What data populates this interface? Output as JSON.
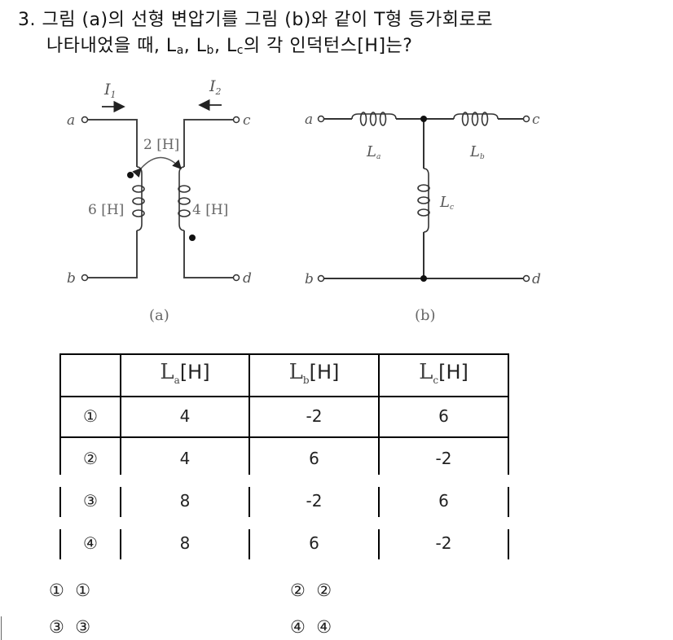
{
  "question": {
    "number": "3.",
    "line1": "그림 (a)의 선형 변압기를 그림 (b)와 같이 T형 등가회로로",
    "line2_prefix": "나타내었을 때, ",
    "La": "L",
    "La_sub": "a",
    "Lb": "L",
    "Lb_sub": "b",
    "Lc": "L",
    "Lc_sub": "c",
    "sep": ", ",
    "line2_suffix": "의 각 인덕턴스[H]는?"
  },
  "figure_a": {
    "caption": "(a)",
    "terminals": [
      "a",
      "b",
      "c",
      "d"
    ],
    "current_1": "I",
    "current_1_sub": "1",
    "current_2": "I",
    "current_2_sub": "2",
    "mutual": "2 [H]",
    "L1": "6 [H]",
    "L2": "4 [H]"
  },
  "figure_b": {
    "caption": "(b)",
    "terminals": [
      "a",
      "b",
      "c",
      "d"
    ],
    "La": "L",
    "La_sub": "a",
    "Lb": "L",
    "Lb_sub": "b",
    "Lc": "L",
    "Lc_sub": "c"
  },
  "table": {
    "headers": [
      {
        "main": "L",
        "sub": "a",
        "unit": "[H]"
      },
      {
        "main": "L",
        "sub": "b",
        "unit": "[H]"
      },
      {
        "main": "L",
        "sub": "c",
        "unit": "[H]"
      }
    ],
    "rows": [
      {
        "label": "①",
        "values": [
          "4",
          "-2",
          "6"
        ]
      },
      {
        "label": "②",
        "values": [
          "4",
          "6",
          "-2"
        ]
      },
      {
        "label": "③",
        "values": [
          "8",
          "-2",
          "6"
        ]
      },
      {
        "label": "④",
        "values": [
          "8",
          "6",
          "-2"
        ]
      }
    ]
  },
  "options": [
    {
      "marker": "①",
      "text": "①"
    },
    {
      "marker": "②",
      "text": "②"
    },
    {
      "marker": "③",
      "text": "③"
    },
    {
      "marker": "④",
      "text": "④"
    }
  ]
}
